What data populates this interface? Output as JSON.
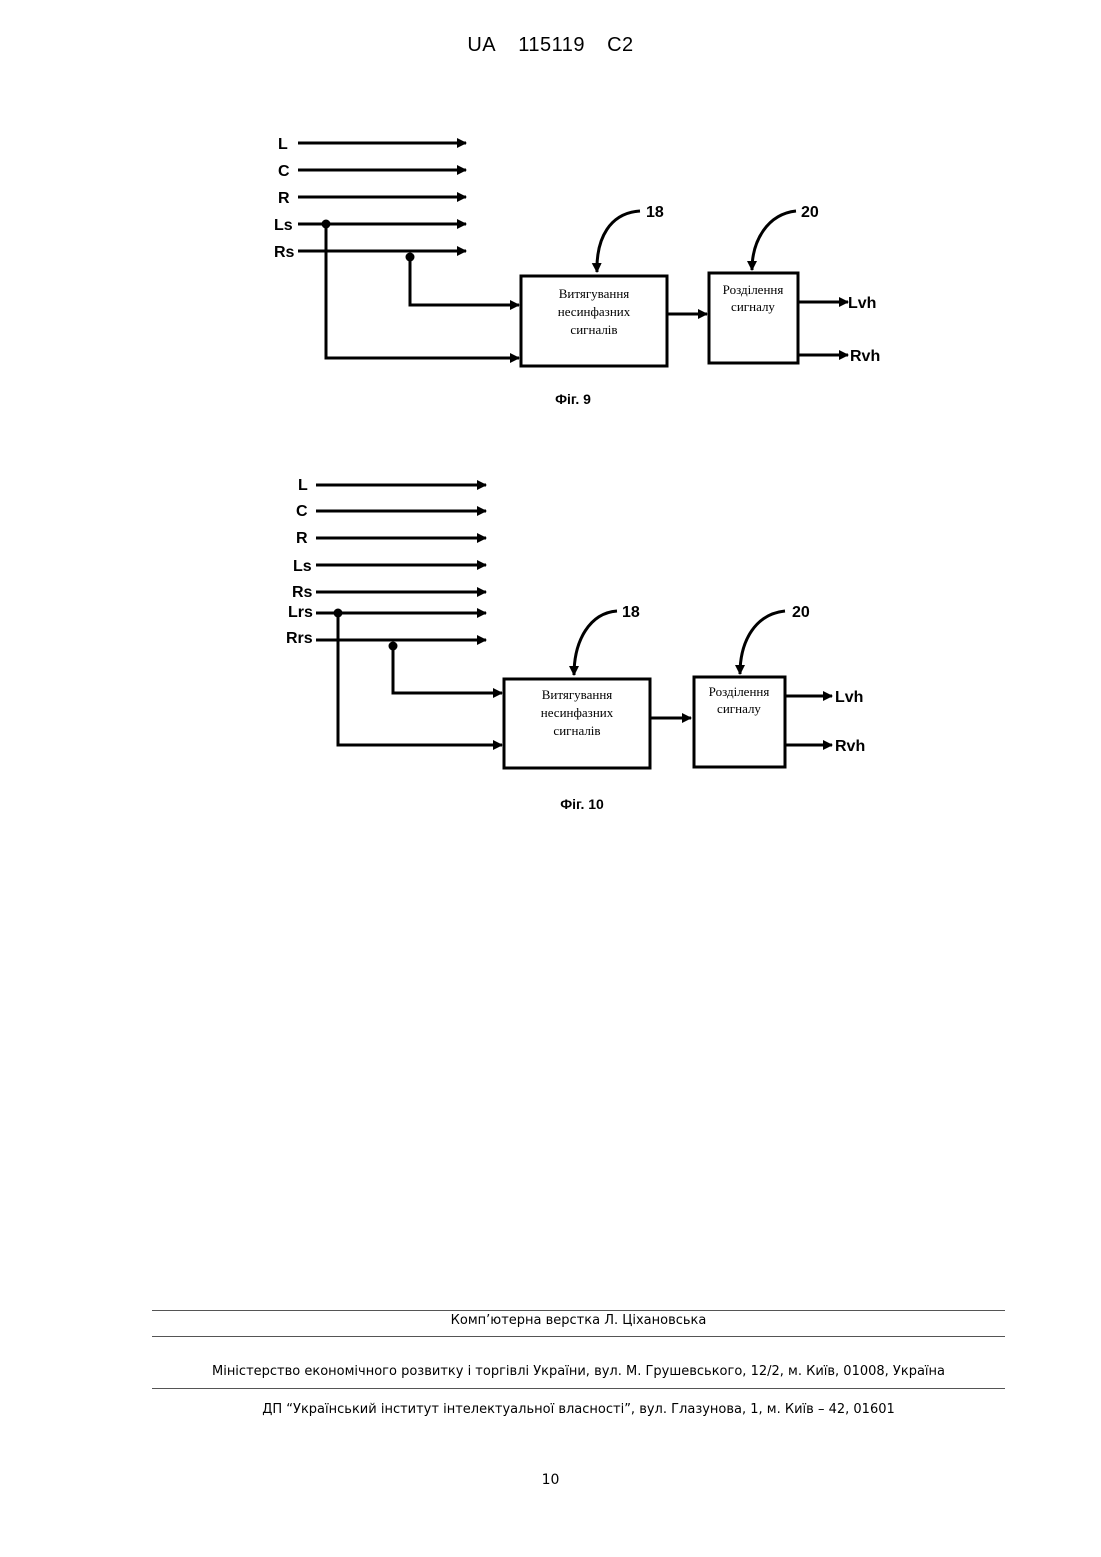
{
  "header": {
    "country": "UA",
    "patent_number": "115119",
    "kind": "C2"
  },
  "figure9": {
    "inputs": [
      "L",
      "C",
      "R",
      "Ls",
      "Rs"
    ],
    "ref_extract": "18",
    "ref_split": "20",
    "extract_box": [
      "Витягування",
      "несинфазних",
      "сигналів"
    ],
    "split_box": [
      "Розділення",
      "сигналу"
    ],
    "outputs": [
      "Lvh",
      "Rvh"
    ],
    "caption": "Фіг. 9"
  },
  "figure10": {
    "inputs": [
      "L",
      "C",
      "R",
      "Ls",
      "Rs",
      "Lrs",
      "Rrs"
    ],
    "ref_extract": "18",
    "ref_split": "20",
    "extract_box": [
      "Витягування",
      "несинфазних",
      "сигналів"
    ],
    "split_box": [
      "Розділення",
      "сигналу"
    ],
    "outputs": [
      "Lvh",
      "Rvh"
    ],
    "caption": "Фіг. 10"
  },
  "footer": {
    "typesetting": "Комп’ютерна верстка Л. Ціхановська",
    "ministry": "Міністерство економічного розвитку і торгівлі України, вул. М. Грушевського, 12/2, м. Київ, 01008, Україна",
    "institute": "ДП “Український інститут інтелектуальної власності”, вул. Глазунова, 1, м. Київ – 42, 01601",
    "page_number": "10"
  }
}
